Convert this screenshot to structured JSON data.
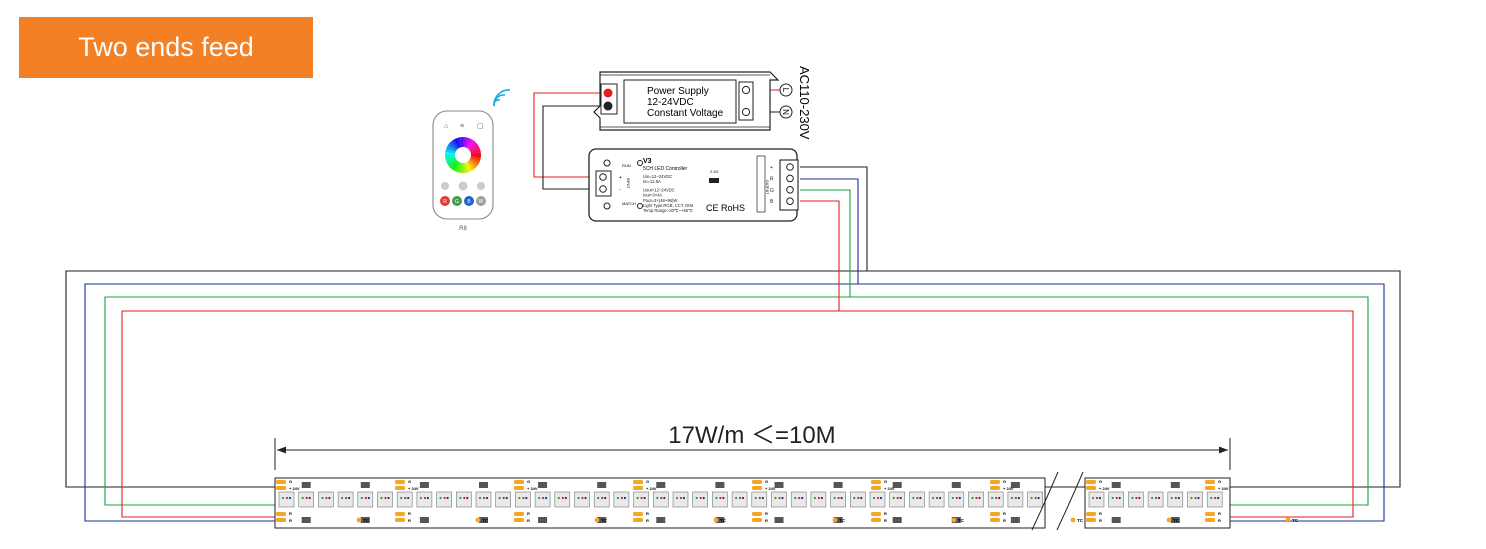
{
  "banner": {
    "title": "Two ends feed",
    "bg_color": "#F38025"
  },
  "power_supply": {
    "line1": "Power Supply",
    "line2": "12-24VDC",
    "line3": "Constant Voltage",
    "ac_label": "AC110-230V",
    "terminal_l": "L",
    "terminal_n": "N"
  },
  "remote": {
    "model": "R8",
    "buttons": [
      "R",
      "G",
      "B",
      "W"
    ],
    "button_colors": [
      "#e53935",
      "#43a047",
      "#1e63d6",
      "#9e9e9e"
    ]
  },
  "controller": {
    "model": "V3",
    "subtitle": "5CH LED Controller",
    "run_label": "RUN",
    "match_label": "MATCH",
    "input_label": "INPUT",
    "output_label": "OUTPUT",
    "specs": [
      "Uin=12~24VDC",
      "Iin=12.5A",
      "Uout=12~24VDC",
      "Iout=3×4A",
      "Pout=3×(48~96)W",
      "Light Type:RGB, CCT, DIM",
      "Temp Range:-30℃~+55℃"
    ],
    "rf_label": "2.4G",
    "cert": "CE RoHS",
    "in_terminals": [
      "+",
      "-"
    ],
    "out_terminals": [
      "+",
      "R",
      "G",
      "B"
    ]
  },
  "strip": {
    "dimension_label": "17W/m ＜=10M",
    "pad_labels": {
      "g": "G",
      "plus": "+ 24V",
      "r": "R",
      "tc": "TC"
    }
  },
  "colors": {
    "wire_red": "#e02020",
    "wire_green": "#18a04a",
    "wire_blue": "#1a2f9a",
    "wire_black": "#222222",
    "pcb": "#ffffff",
    "pad": "#f5a623"
  }
}
